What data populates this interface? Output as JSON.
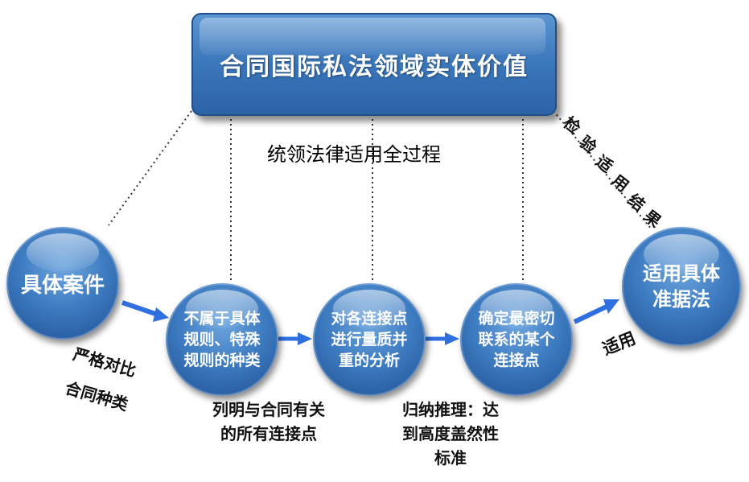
{
  "top_box": {
    "title": "合同国际私法领域实体价值"
  },
  "unify_label": "统领法律适用全过程",
  "nodes": {
    "case": "具体案件",
    "step1": "不属于具体\n规则、特殊\n规则的种类",
    "step2": "对各连接点\n进行量质并\n重的分析",
    "step3": "确定最密切\n联系的某个\n连接点",
    "result": "适用具体\n准据法"
  },
  "edge_labels": {
    "strict_compare": "严格对比",
    "contract_type": "合同种类",
    "list_all": "列明与合同有关\n的所有连接点",
    "induction": "归纳推理：达\n到高度盖然性\n标准",
    "apply": "适用",
    "check_chars": [
      "检",
      "验",
      "适",
      "用",
      "结",
      "果"
    ]
  },
  "colors": {
    "box_blue": "#3b77bb",
    "circle_blue": "#3e7cc2",
    "arrow_blue": "#2f6fe0",
    "dotted_line": "#333333"
  }
}
